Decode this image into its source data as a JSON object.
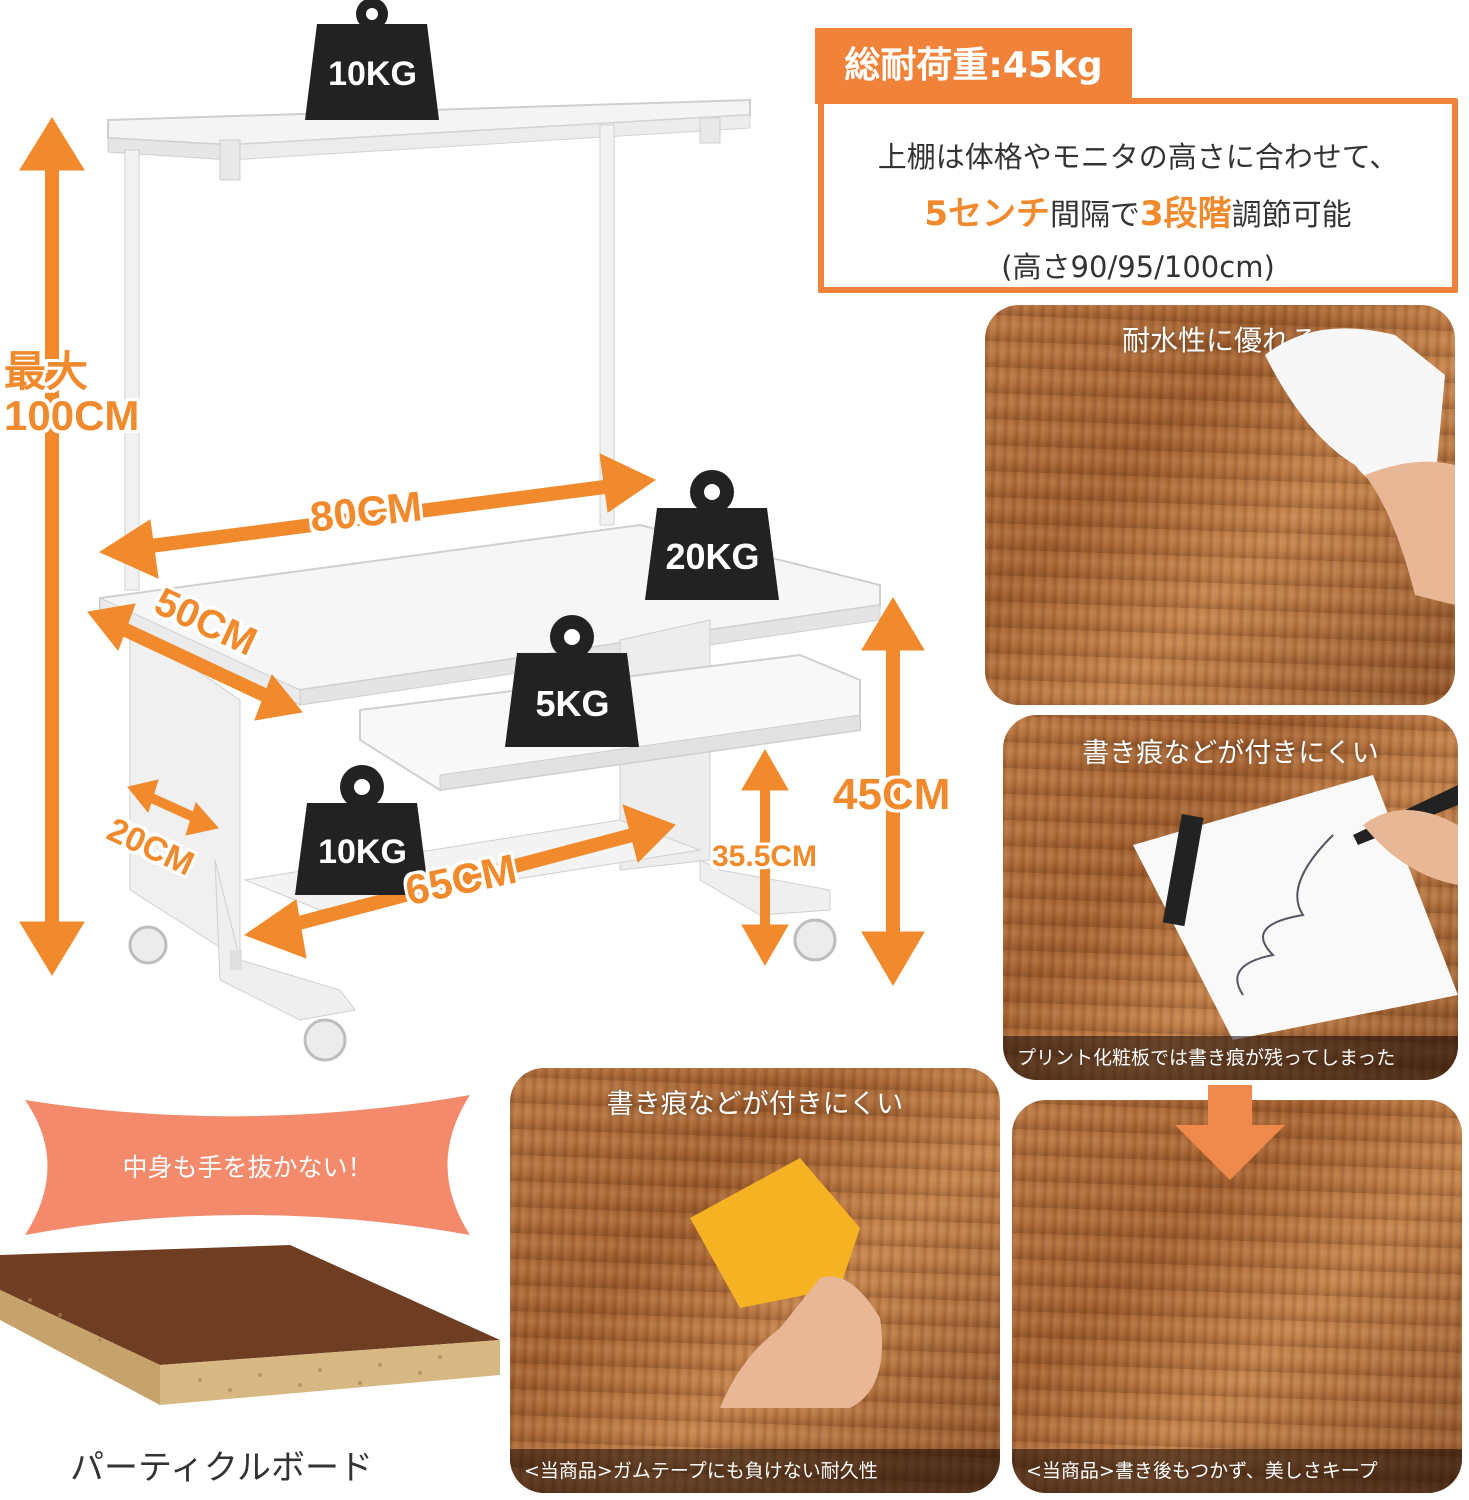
{
  "capacity": {
    "tab": "総耐荷重:45kg",
    "line1": "上棚は体格やモニタの高さに合わせて、",
    "line2_a": "5センチ",
    "line2_b": "間隔で",
    "line2_c": "3段階",
    "line2_d": "調節可能",
    "line3": "(高さ90/95/100cm)"
  },
  "weights": {
    "top": "10KG",
    "desk": "20KG",
    "tray": "5KG",
    "bottom": "10KG"
  },
  "dimensions": {
    "height_line1": "最大",
    "height_line2": "100CM",
    "width": "80CM",
    "depth": "50CM",
    "side": "20CM",
    "shelf_width": "65CM",
    "tray_height": "35.5CM",
    "desk_height": "45CM"
  },
  "panels": {
    "waterproof": "耐水性に優れる",
    "scratch_top": "書き痕などが付きにくい",
    "print_note": "プリント化粧板では書き痕が残ってしまった",
    "scratch_bottom": "書き痕などが付きにくい",
    "tape_caption": "<当商品>ガムテープにも負けない耐久性",
    "clean_caption": "<当商品>書き後もつかず、美しさキープ"
  },
  "banner": "中身も手を抜かない！",
  "board_label": "パーティクルボード",
  "colors": {
    "accent": "#f08a2c",
    "tab": "#f0823a",
    "banner": "#f48a6c"
  }
}
